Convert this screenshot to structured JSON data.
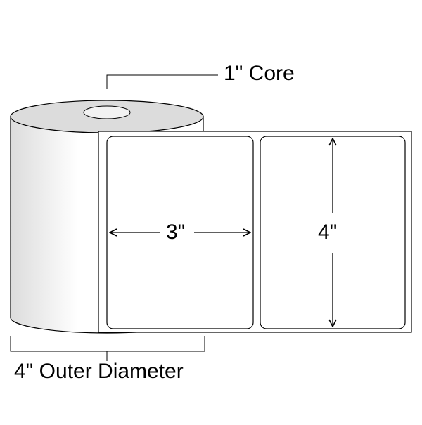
{
  "diagram": {
    "core_label": "1\" Core",
    "outer_diameter_label": "4\" Outer Diameter",
    "label_width": "3\"",
    "label_height": "4\""
  }
}
